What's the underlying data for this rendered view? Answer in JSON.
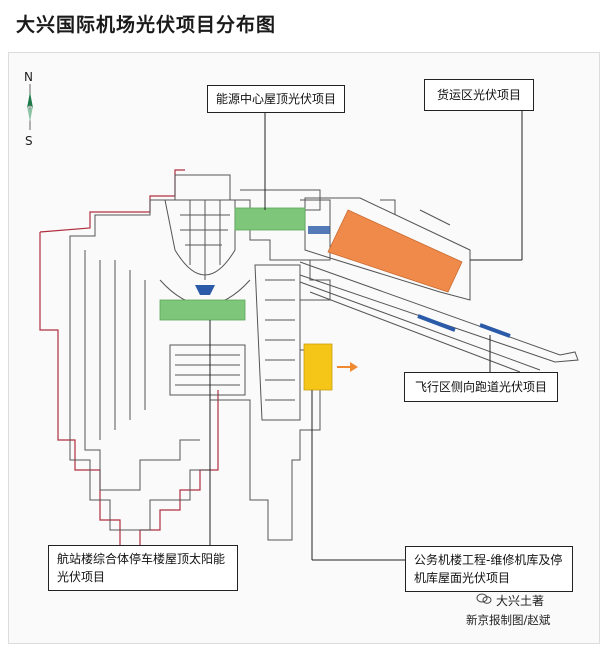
{
  "title": "大兴国际机场光伏项目分布图",
  "compass": {
    "north": "N",
    "south": "S"
  },
  "labels": {
    "energy_center": "能源中心屋顶光伏项目",
    "cargo_area": "货运区光伏项目",
    "runway_flight": "飞行区侧向跑道光伏项目",
    "terminal_parking": "航站楼综合体停车楼屋顶太阳能光伏项目",
    "official_hangar": "公务机楼工程-维修机库及停机库屋面光伏项目"
  },
  "watermark": "大兴土著",
  "credit": "新京报制图/赵斌",
  "colors": {
    "pv_green": "#7dc67a",
    "cargo_orange": "#f08a4b",
    "hangar_yellow": "#f5c518",
    "runway_blue": "#2a5aa8",
    "line_dark": "#333333",
    "road_red": "#b03040",
    "accent_arrow": "#f08a30"
  }
}
